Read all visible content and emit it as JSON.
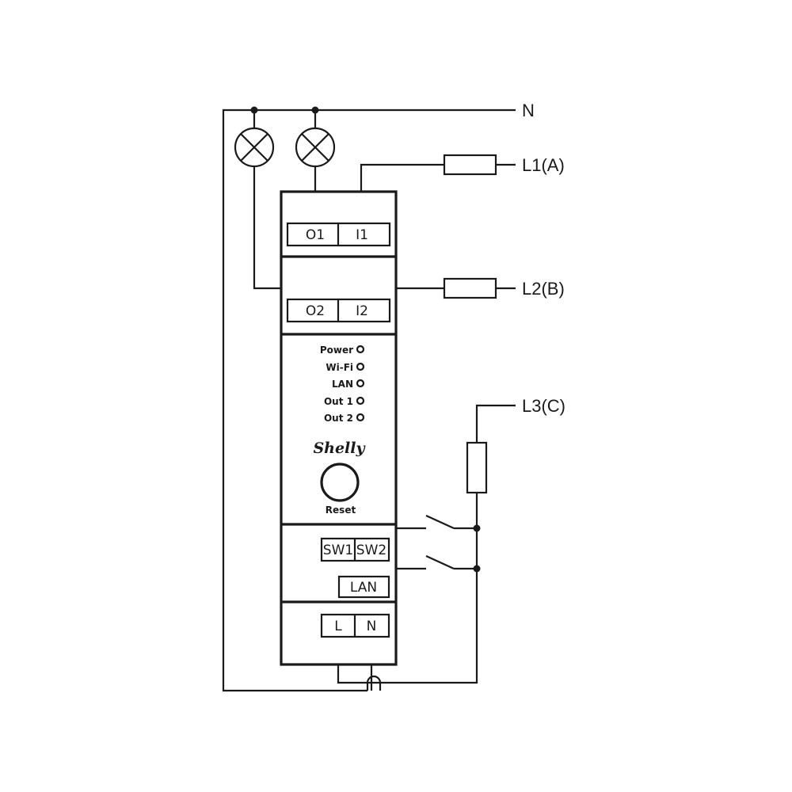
{
  "lines": {
    "neutral": "N",
    "l1": "L1(A)",
    "l2": "L2(B)",
    "l3": "L3(C)"
  },
  "terminals": {
    "o1": "O1",
    "i1": "I1",
    "o2": "O2",
    "i2": "I2",
    "sw1": "SW1",
    "sw2": "SW2",
    "lan": "LAN",
    "l": "L",
    "n": "N"
  },
  "indicators": [
    "Power",
    "Wi-Fi",
    "LAN",
    "Out 1",
    "Out 2"
  ],
  "brand": "Shelly",
  "reset_label": "Reset"
}
